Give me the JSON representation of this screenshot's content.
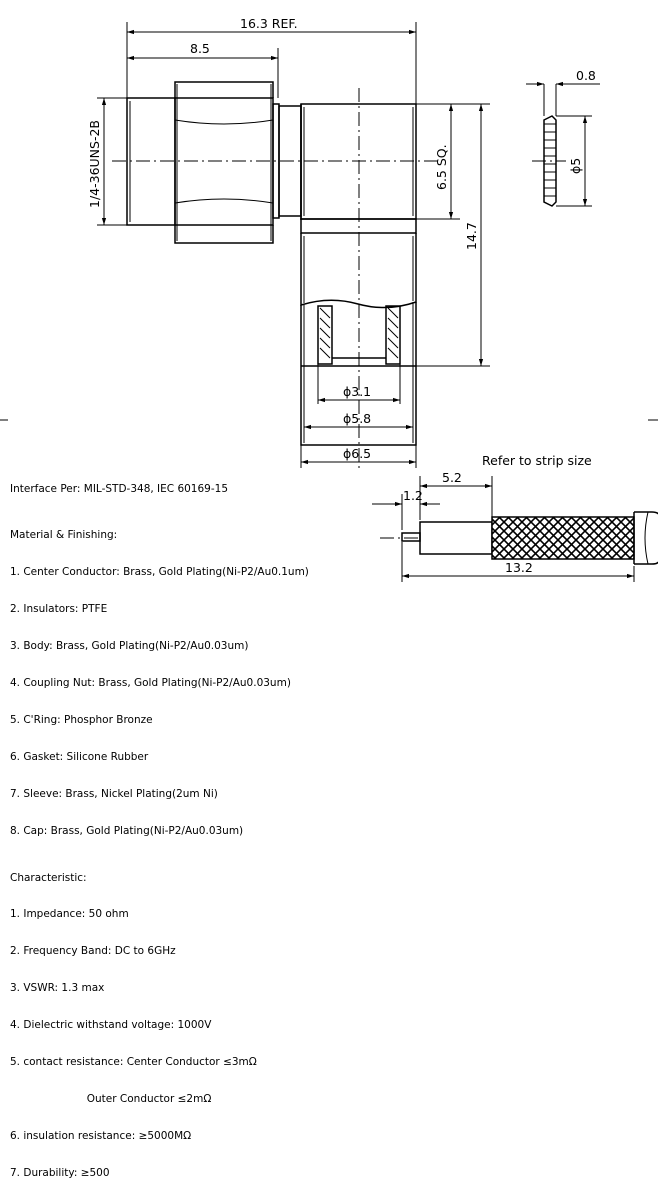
{
  "dimensions": {
    "overall_ref": "16.3 REF.",
    "plug_length": "8.5",
    "thread": "1/4-36UNS-2B",
    "body_square": "6.5 SQ.",
    "height": "14.7",
    "cap_thickness": "0.8",
    "cap_dia": "ϕ5",
    "inner_dia": "ϕ3.1",
    "mid_dia": "ϕ5.8",
    "outer_dia": "ϕ6.5"
  },
  "strip": {
    "title": "Refer to strip size",
    "dim_5_2": "5.2",
    "dim_1_2": "1.2",
    "dim_13_2": "13.2"
  },
  "notes": {
    "interface": "Interface Per: MIL-STD-348, IEC 60169-15",
    "material_title": "Material & Finishing:",
    "materials": [
      "1. Center Conductor: Brass, Gold Plating(Ni-P2/Au0.1um)",
      "2. Insulators: PTFE",
      "3. Body: Brass, Gold Plating(Ni-P2/Au0.03um)",
      "4. Coupling Nut: Brass, Gold Plating(Ni-P2/Au0.03um)",
      "5. C'Ring: Phosphor Bronze",
      "6. Gasket: Silicone Rubber",
      "7. Sleeve: Brass, Nickel Plating(2um Ni)",
      "8. Cap: Brass, Gold Plating(Ni-P2/Au0.03um)"
    ],
    "char_title": "Characteristic:",
    "characteristics": [
      "1. Impedance: 50 ohm",
      "2. Frequency Band: DC to 6GHz",
      "3. VSWR: 1.3 max",
      "4. Dielectric withstand voltage: 1000V",
      "5. contact resistance: Center Conductor ≤3mΩ",
      "                       Outer Conductor ≤2mΩ",
      "6. insulation resistance: ≥5000MΩ",
      "7. Durability: ≥500"
    ]
  }
}
